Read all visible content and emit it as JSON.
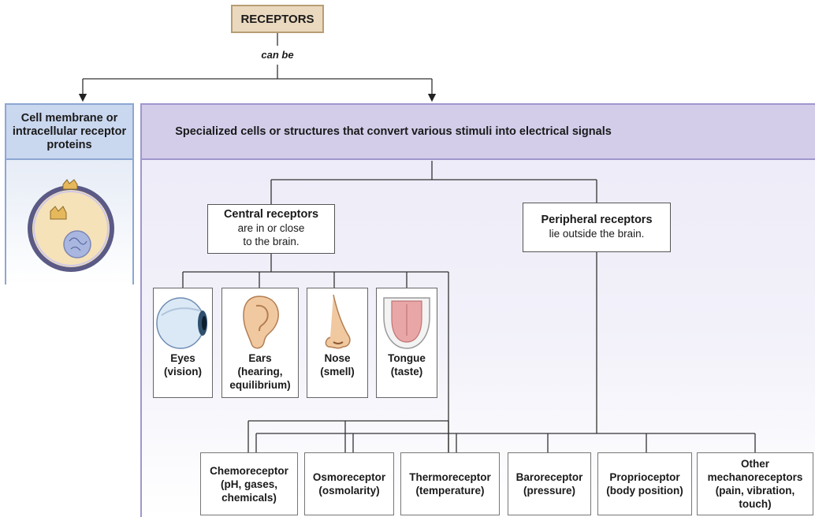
{
  "root": {
    "label": "RECEPTORS"
  },
  "connector": {
    "label": "can be"
  },
  "left_branch": {
    "title": "Cell membrane or intracellular receptor proteins"
  },
  "right_branch": {
    "title": "Specialized cells or structures that convert various stimuli into electrical signals"
  },
  "central": {
    "title": "Central receptors",
    "line1": "are in or close",
    "line2": "to the brain."
  },
  "peripheral": {
    "title": "Peripheral receptors",
    "line1": "lie outside the brain."
  },
  "organs": [
    {
      "name": "Eyes",
      "detail": "(vision)",
      "icon": "eye-icon"
    },
    {
      "name": "Ears",
      "detail": "(hearing,",
      "detail2": "equilibrium)",
      "icon": "ear-icon"
    },
    {
      "name": "Nose",
      "detail": "(smell)",
      "icon": "nose-icon"
    },
    {
      "name": "Tongue",
      "detail": "(taste)",
      "icon": "tongue-icon"
    }
  ],
  "receptors": [
    {
      "line1": "Chemoreceptor",
      "line2": "(pH, gases,",
      "line3": "chemicals)"
    },
    {
      "line1": "Osmoreceptor",
      "line2": "(osmolarity)"
    },
    {
      "line1": "Thermoreceptor",
      "line2": "(temperature)"
    },
    {
      "line1": "Baroreceptor",
      "line2": "(pressure)"
    },
    {
      "line1": "Proprioceptor",
      "line2": "(body position)"
    },
    {
      "line1": "Other",
      "line2": "mechanoreceptors",
      "line3": "(pain, vibration,",
      "line4": "touch)"
    }
  ],
  "colors": {
    "root_fill": "#ead9bf",
    "left_fill": "#c9d7ef",
    "right_fill": "#d3cdea"
  }
}
